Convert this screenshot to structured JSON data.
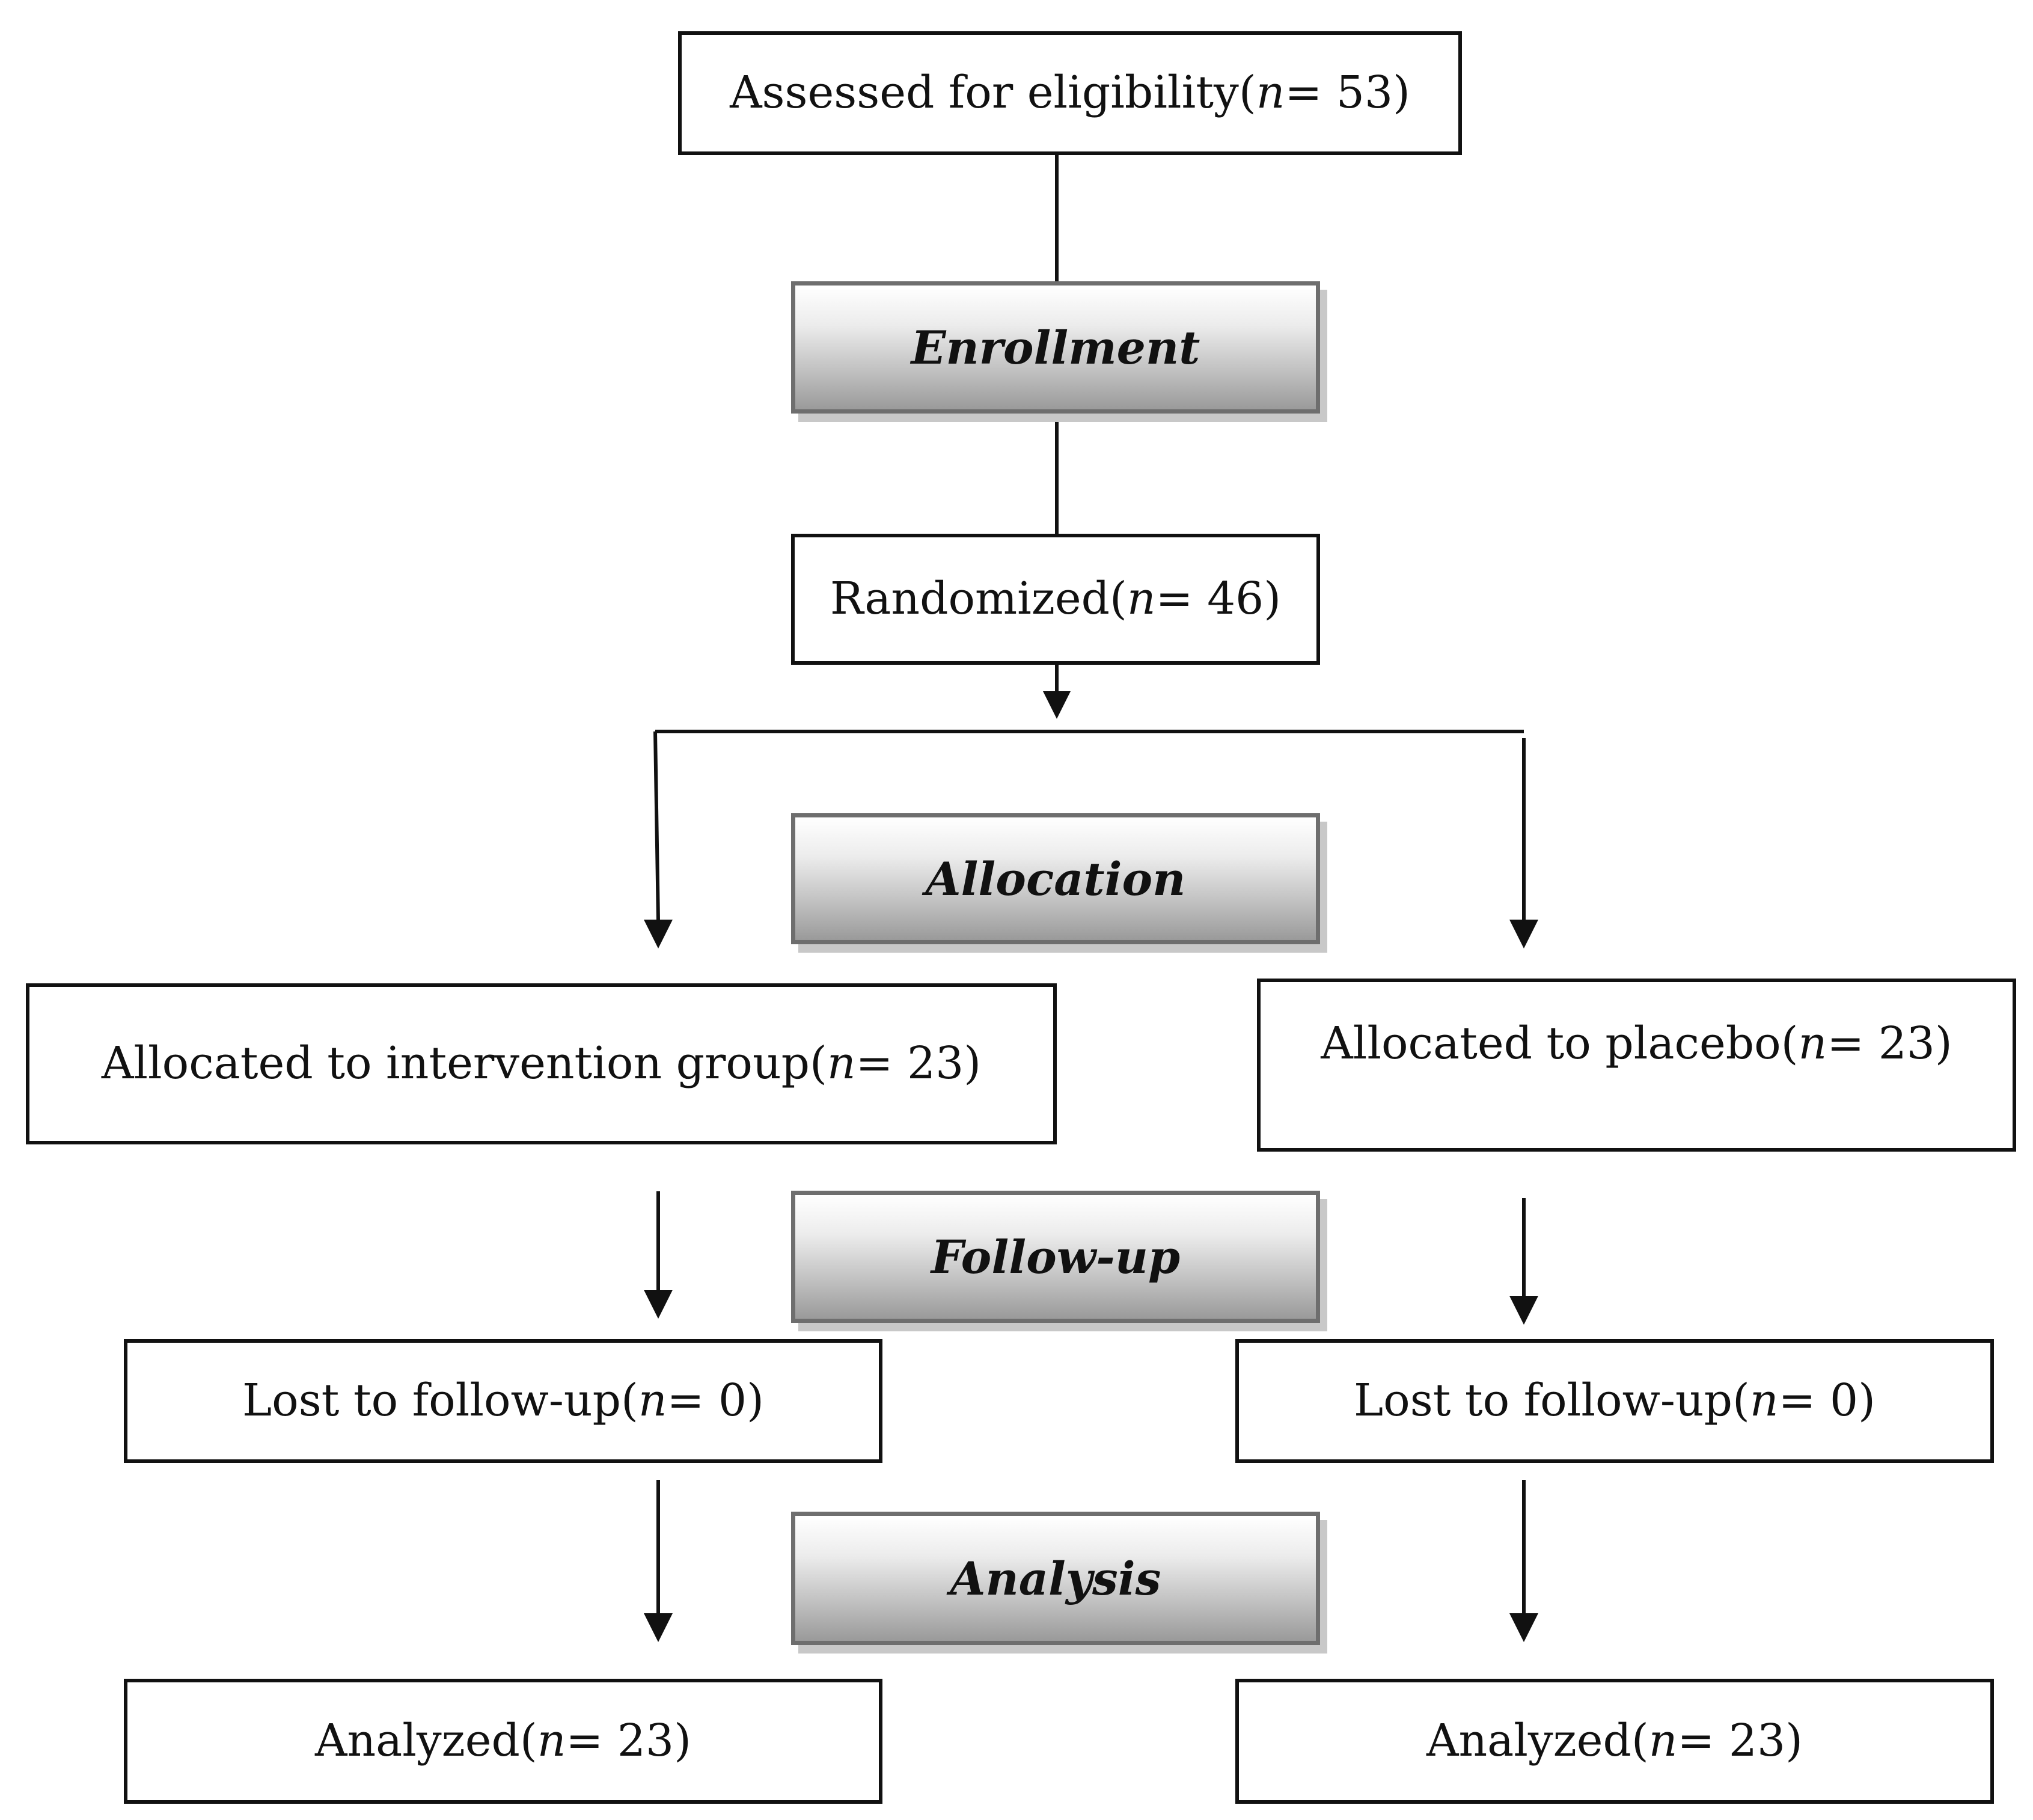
{
  "flow": {
    "assessed": {
      "label": "Assessed for eligibility",
      "var": "n",
      "rest": " = 53)"
    },
    "randomized": {
      "label": "Randomized",
      "var": "n",
      "rest": " = 46)"
    },
    "intervention": {
      "label": "Allocated to intervention group",
      "var": "n",
      "rest": " = 23)"
    },
    "placebo": {
      "label": "Allocated to placebo",
      "var": "n",
      "rest": " = 23)"
    },
    "lost_left": {
      "label": "Lost to follow-up",
      "var": "n",
      "rest": " = 0)"
    },
    "lost_right": {
      "label": "Lost to follow-up",
      "var": "n",
      "rest": " = 0)"
    },
    "analyzed_left": {
      "label": "Analyzed",
      "var": "n",
      "rest": " = 23)"
    },
    "analyzed_right": {
      "label": "Analyzed",
      "var": "n",
      "rest": " = 23)"
    }
  },
  "stages": {
    "enrollment": "Enrollment",
    "allocation": "Allocation",
    "followup": "Follow-up",
    "analysis": "Analysis"
  },
  "text": {
    "open_paren": " ("
  }
}
